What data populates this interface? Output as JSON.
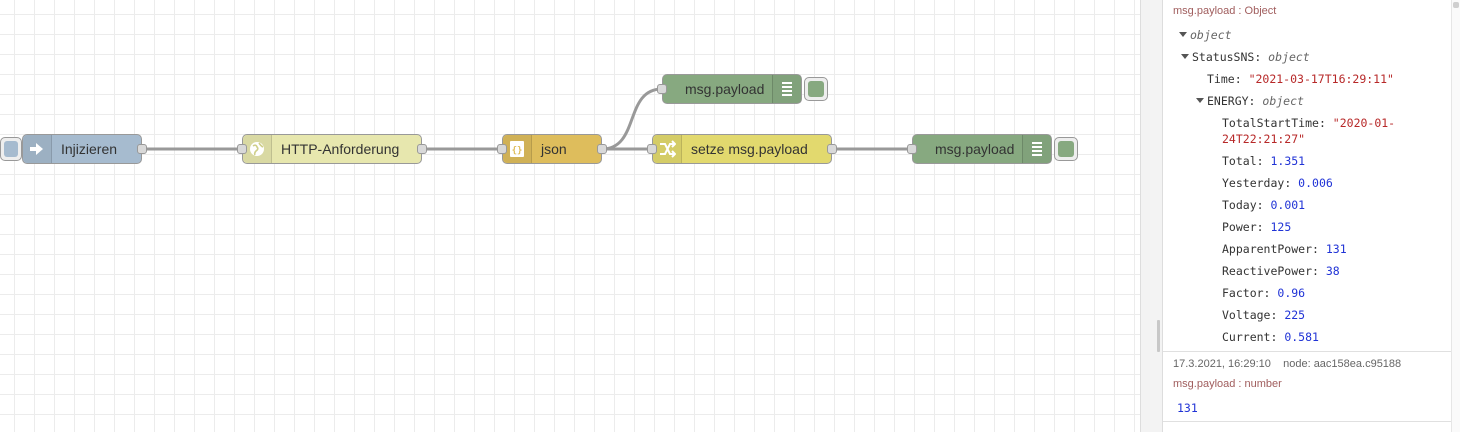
{
  "canvas": {
    "nodes": {
      "inject": {
        "label": "Injizieren",
        "icon": "inject-arrow-icon",
        "color": "#a6bbcf"
      },
      "http": {
        "label": "HTTP-Anforderung",
        "icon": "globe-icon",
        "color": "#e7e7ae"
      },
      "json": {
        "label": "json",
        "icon": "json-braces-icon",
        "color": "#debd5c"
      },
      "debug_top": {
        "label": "msg.payload",
        "icon": "list-icon",
        "color": "#87a980"
      },
      "change": {
        "label": "setze msg.payload",
        "icon": "shuffle-icon",
        "color": "#e2d96e"
      },
      "debug_right": {
        "label": "msg.payload",
        "icon": "list-icon",
        "color": "#87a980"
      }
    }
  },
  "sidebar": {
    "message1": {
      "topic": "msg.payload : Object",
      "root": "object",
      "status_key": "StatusSNS",
      "status_type": "object",
      "time_key": "Time",
      "time_value": "\"2021-03-17T16:29:11\"",
      "energy_key": "ENERGY",
      "energy_type": "object",
      "start_key": "TotalStartTime",
      "start_value_1": "\"2020-01-",
      "start_value_2": "24T22:21:27\"",
      "fields": [
        {
          "key": "Total",
          "value": "1.351"
        },
        {
          "key": "Yesterday",
          "value": "0.006"
        },
        {
          "key": "Today",
          "value": "0.001"
        },
        {
          "key": "Power",
          "value": "125"
        },
        {
          "key": "ApparentPower",
          "value": "131"
        },
        {
          "key": "ReactivePower",
          "value": "38"
        },
        {
          "key": "Factor",
          "value": "0.96"
        },
        {
          "key": "Voltage",
          "value": "225"
        },
        {
          "key": "Current",
          "value": "0.581"
        }
      ]
    },
    "message2": {
      "timestamp": "17.3.2021, 16:29:10",
      "node": "node: aac158ea.c95188",
      "topic": "msg.payload : number",
      "value": "131"
    }
  }
}
